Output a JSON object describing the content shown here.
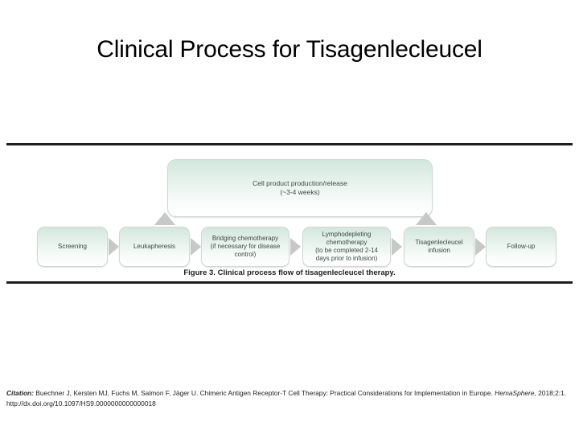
{
  "slide": {
    "title": "Clinical Process for Tisagenlecleucel"
  },
  "figure": {
    "caption": "Figure 3.  Clinical process flow of tisagenlecleucel therapy.",
    "production_box": {
      "line1": "Cell product production/release",
      "line2": "(~3-4 weeks)"
    },
    "steps": [
      {
        "name": "screening",
        "line1": "Screening",
        "line2": "",
        "line3": "",
        "line4": ""
      },
      {
        "name": "leukapheresis",
        "line1": "Leukapheresis",
        "line2": "",
        "line3": "",
        "line4": ""
      },
      {
        "name": "bridging-chemotherapy",
        "line1": "Bridging chemotherapy",
        "line2": "(if necessary for disease",
        "line3": "control)",
        "line4": ""
      },
      {
        "name": "lymphodepleting-chemotherapy",
        "line1": "Lymphodepleting",
        "line2": "chemotherapy",
        "line3": "(to be completed 2-14",
        "line4": "days prior to infusion)"
      },
      {
        "name": "tisagenlecleucel-infusion",
        "line1": "Tisagenlecleucel",
        "line2": "infusion",
        "line3": "",
        "line4": ""
      },
      {
        "name": "follow-up",
        "line1": "Follow-up",
        "line2": "",
        "line3": "",
        "line4": ""
      }
    ],
    "connectors": {
      "chevron_icon": "chevron-right-arrow-icon",
      "triangle_icon": "triangle-up-arrow-icon"
    }
  },
  "citation": {
    "label": "Citation:",
    "authors_title": " Buechner J, Kersten MJ, Fuchs M, Salmon F, Jäger U. Chimeric Antigen Receptor-T Cell Therapy: Practical Considerations for Implementation in Europe. ",
    "journal": "HemaSphere",
    "details": ", 2018;2:1. http://dx.doi.org/10.1097/HS9.0000000000000018"
  },
  "colors": {
    "box_fill_top": "#d2e7dc",
    "box_fill_bottom": "#ffffff",
    "box_border": "#cfd9d3",
    "connector_grey": "#c6c9c7",
    "rule_dark": "#1d1d1d",
    "text_dark": "#1d1d1d",
    "box_text": "#3e4a45",
    "page_background": "#ffffff"
  }
}
